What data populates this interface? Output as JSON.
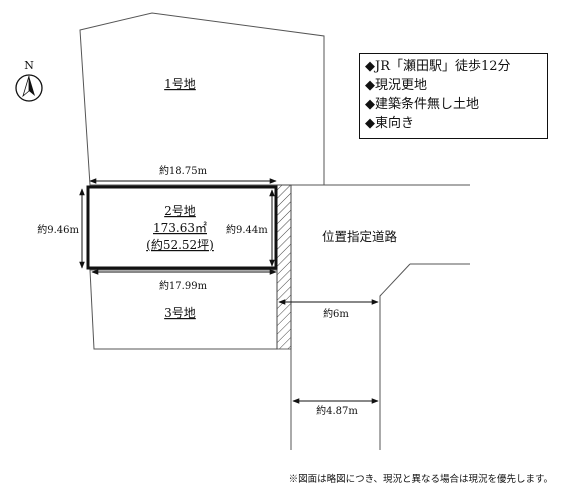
{
  "compass": {
    "label": "N"
  },
  "info_box": [
    "◆JR「瀬田駅」徒歩12分",
    "◆現況更地",
    "◆建築条件無し土地",
    "◆東向き"
  ],
  "lots": {
    "lot1": {
      "label": "1号地"
    },
    "lot2": {
      "label": "2号地",
      "area_sqm": "173.63㎡",
      "area_tsubo": "(約52.52坪)"
    },
    "lot3": {
      "label": "3号地"
    }
  },
  "dimensions": {
    "lot2_top": "約18.75m",
    "lot2_left": "約9.46m",
    "lot2_right": "約9.44m",
    "lot2_bottom": "約17.99m",
    "road_width": "約6m",
    "road_width_lower": "約4.87m"
  },
  "road": {
    "label": "位置指定道路"
  },
  "footnote": "※図面は略図につき、現況と異なる場合は現況を優先します。"
}
